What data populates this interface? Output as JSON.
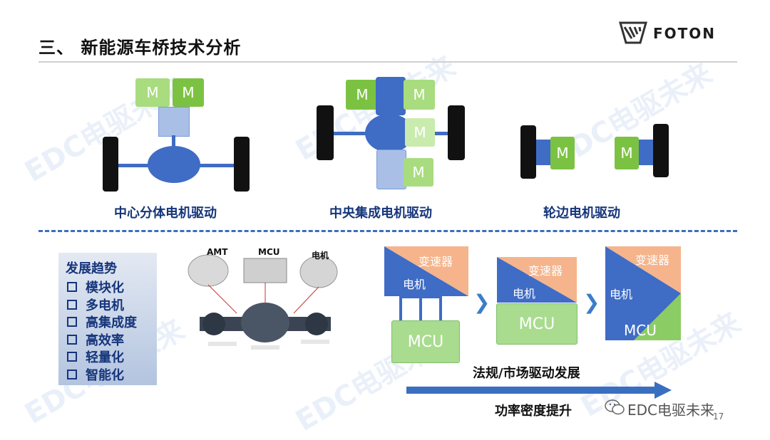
{
  "header": {
    "title": "三、 新能源车桥技术分析",
    "logo_text": "FOTON"
  },
  "architectures": [
    {
      "caption": "中心分体电机驱动"
    },
    {
      "caption": "中央集成电机驱动"
    },
    {
      "caption": "轮边电机驱动"
    }
  ],
  "motor_label": "M",
  "trends": {
    "title": "发展趋势",
    "items": [
      "模块化",
      "多电机",
      "高集成度",
      "高效率",
      "轻量化",
      "智能化"
    ]
  },
  "photo": {
    "labels": [
      "AMT",
      "MCU",
      "电机"
    ]
  },
  "evolution": {
    "gearbox_label": "变速器",
    "motor_label": "电机",
    "mcu_label": "MCU",
    "regulation_text": "法规/市场驱动发展",
    "density_text": "功率密度提升"
  },
  "footer": {
    "watermark": "EDC电驱未来",
    "page_number": "17"
  },
  "colors": {
    "motor_blue": "#3f6cc4",
    "gearbox_orange": "#f5b48c",
    "mcu_green": "#a9dc8e",
    "text_navy": "#15357a"
  }
}
